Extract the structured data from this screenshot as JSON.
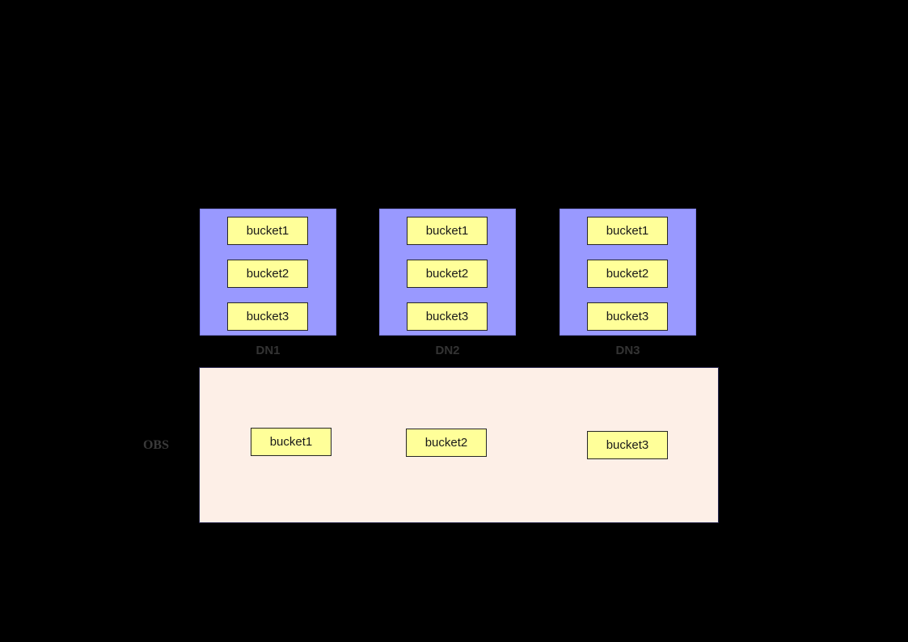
{
  "background_color": "#000000",
  "colors": {
    "dn_fill": "#9999ff",
    "dn_border": "#8080e8",
    "bucket_fill": "#ffff99",
    "bucket_border": "#262626",
    "bucket_text": "#1a1a1a",
    "obs_fill": "#fdefe7",
    "obs_border": "#26264d",
    "label_text": "#333333"
  },
  "dn_groups": [
    {
      "label": "DN1",
      "buckets": [
        "bucket1",
        "bucket2",
        "bucket3"
      ]
    },
    {
      "label": "DN2",
      "buckets": [
        "bucket1",
        "bucket2",
        "bucket3"
      ]
    },
    {
      "label": "DN3",
      "buckets": [
        "bucket1",
        "bucket2",
        "bucket3"
      ]
    }
  ],
  "obs": {
    "label": "OBS",
    "buckets": [
      "bucket1",
      "bucket2",
      "bucket3"
    ]
  }
}
